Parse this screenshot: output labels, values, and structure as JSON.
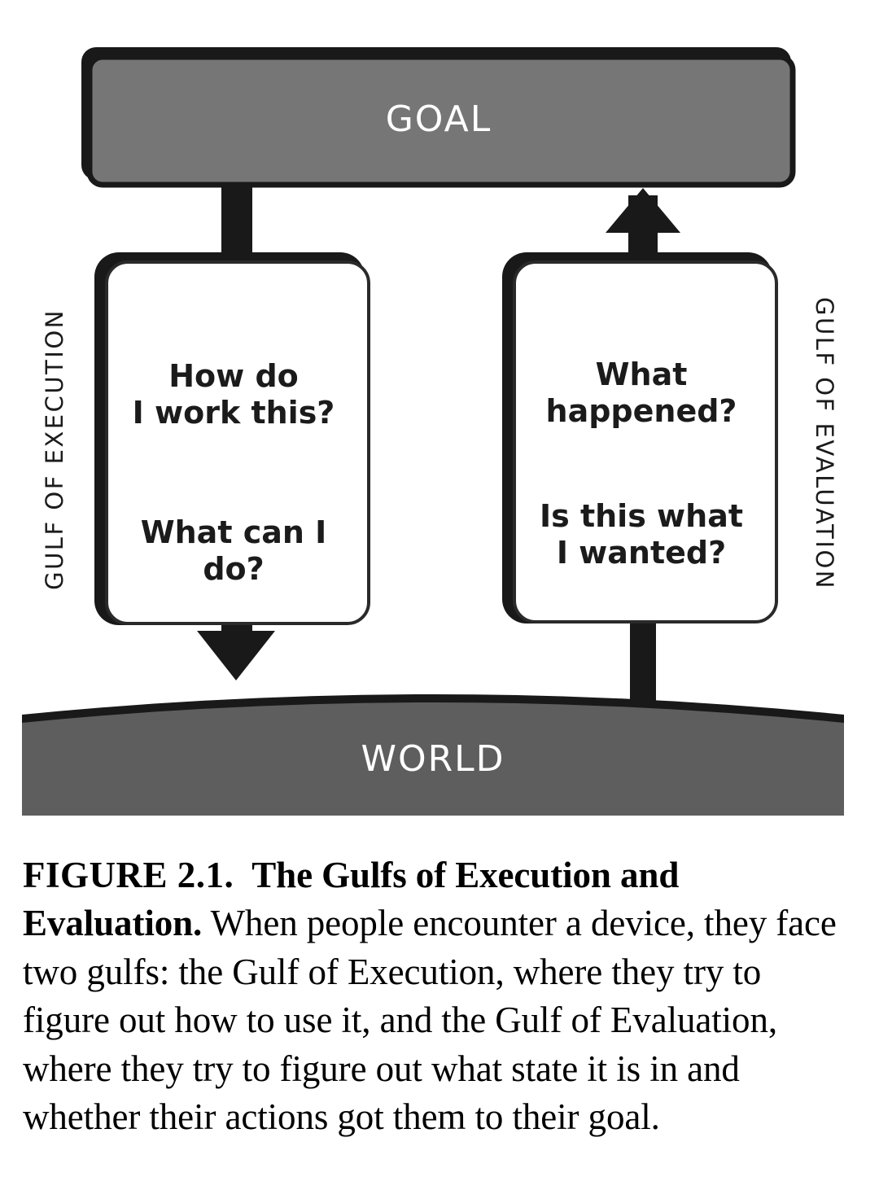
{
  "figure": {
    "goal": {
      "label": "GOAL",
      "fill_color": "#767676",
      "text_color": "#ffffff"
    },
    "world": {
      "label": "WORLD",
      "fill_color": "#5e5e5e",
      "text_color": "#ffffff"
    },
    "execution_box": {
      "question_1": "How do\nI work this?",
      "question_2": "What can I do?",
      "fill_color": "#ffffff",
      "border_color": "#111111"
    },
    "evaluation_box": {
      "question_1": "What\nhappened?",
      "question_2": "Is this what\nI wanted?",
      "fill_color": "#ffffff",
      "border_color": "#111111"
    },
    "gulf_left_label": "GULF OF EXECUTION",
    "gulf_right_label": "GULF OF EVALUATION",
    "arrows": {
      "down_to_world": "arrow-down",
      "up_to_goal": "arrow-up"
    }
  },
  "caption": {
    "figure_number": "FIGURE 2.1.",
    "title": "The Gulfs of Execution and Evaluation.",
    "body": "When people encounter a device, they face two gulfs: the Gulf of Execution, where they try to figure out how to use it, and the Gulf of Evaluation, where they try to figure out what state it is in and whether their actions got them to their goal."
  }
}
